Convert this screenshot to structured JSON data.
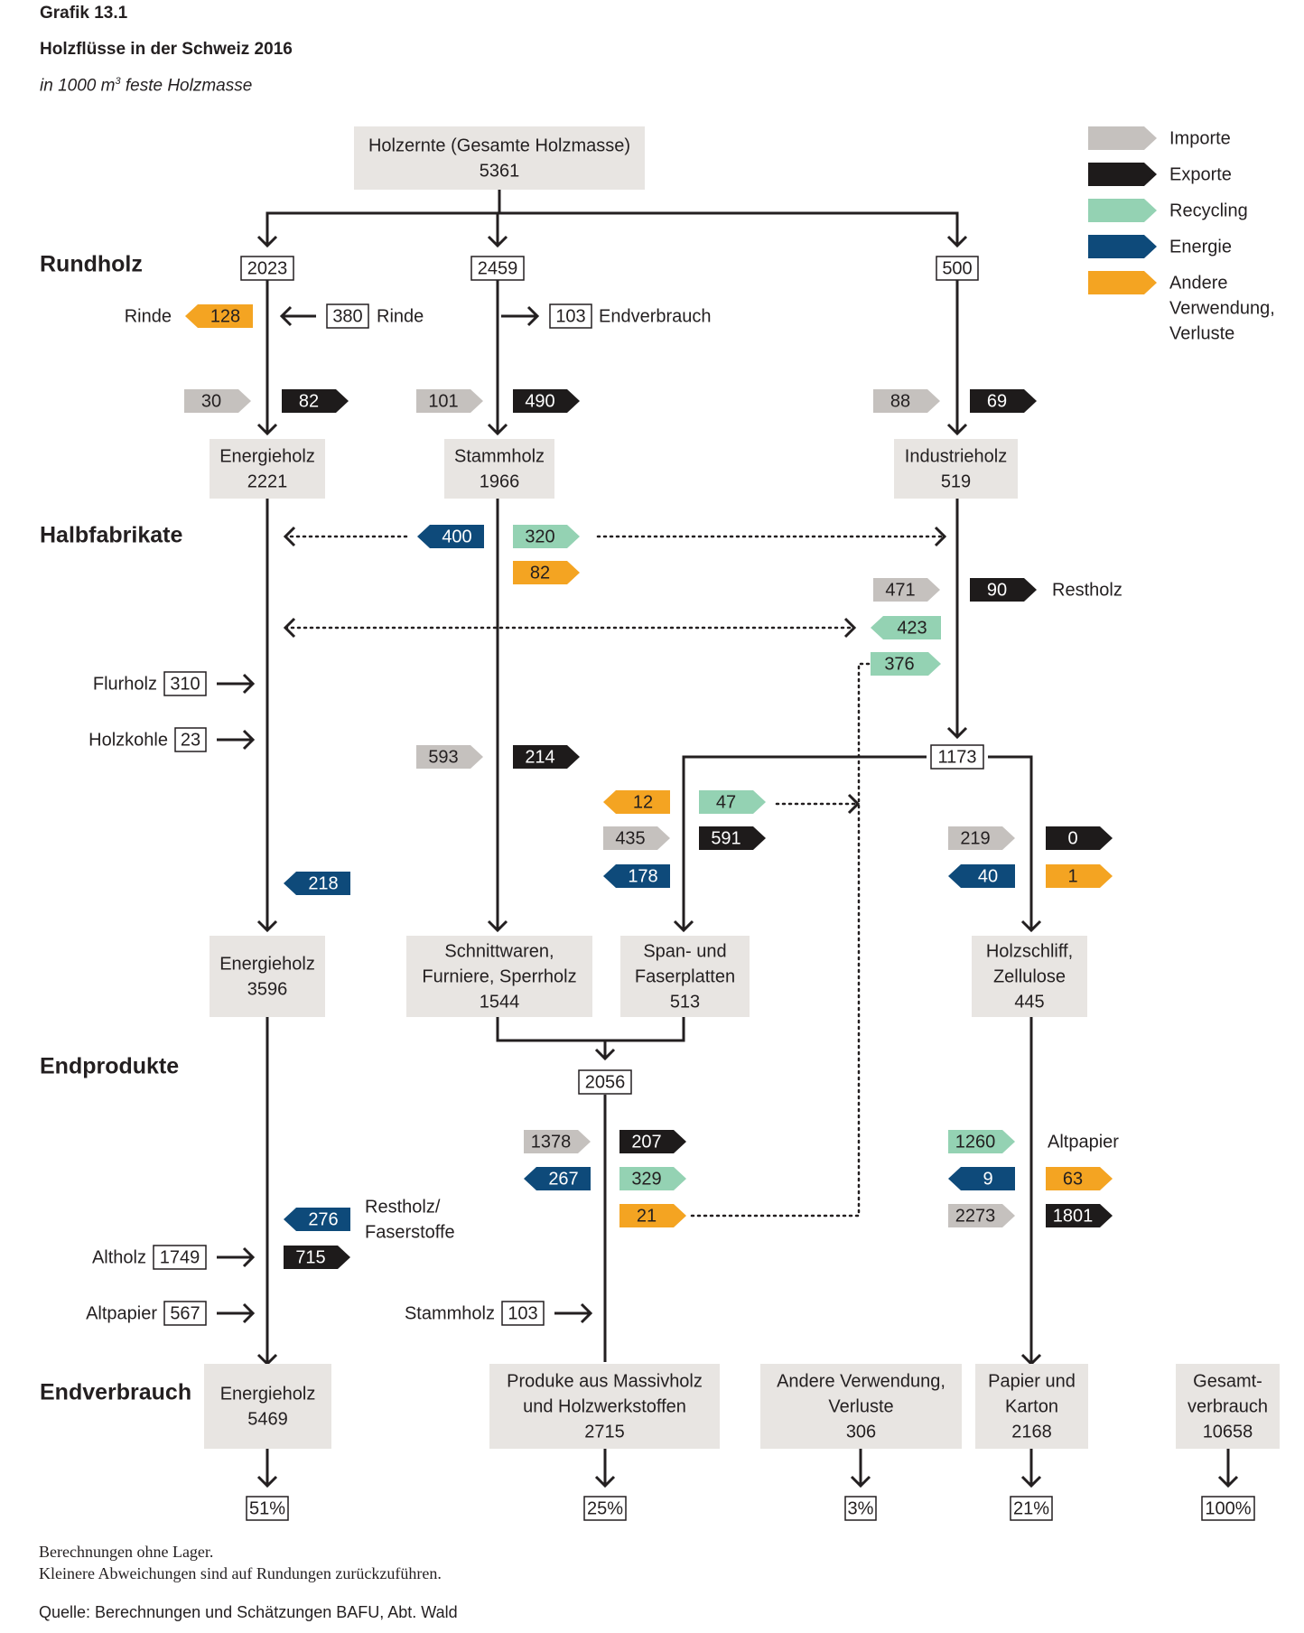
{
  "header": {
    "figure_label": "Grafik 13.1",
    "title": "Holzflüsse in der Schweiz 2016",
    "unit_prefix": "in 1000 m",
    "unit_sup": "3",
    "unit_suffix": " feste Holzmasse"
  },
  "legend": [
    {
      "key": "import",
      "label": "Importe"
    },
    {
      "key": "export",
      "label": "Exporte"
    },
    {
      "key": "recycling",
      "label": "Recycling"
    },
    {
      "key": "energy",
      "label": "Energie"
    },
    {
      "key": "other",
      "label": "Andere Verwendung, Verluste"
    }
  ],
  "colors": {
    "import": "#c5c1be",
    "export": "#1e1b1b",
    "recycling": "#94d2b3",
    "energy": "#0e4a7a",
    "other": "#f4a422",
    "box_fill": "#e8e5e2",
    "line": "#231f20"
  },
  "stages": [
    "Rundholz",
    "Halbfabrikate",
    "Endprodukte",
    "Endverbrauch"
  ],
  "boxes": [
    {
      "id": "harvest",
      "lines": [
        "Holzernte (Gesamte Holzmasse)",
        "5361"
      ]
    },
    {
      "id": "rh-energy",
      "lines": [
        "Energieholz",
        "2221"
      ]
    },
    {
      "id": "rh-log",
      "lines": [
        "Stammholz",
        "1966"
      ]
    },
    {
      "id": "rh-industry",
      "lines": [
        "Industrieholz",
        "519"
      ]
    },
    {
      "id": "hf-energy",
      "lines": [
        "Energieholz",
        "3596"
      ]
    },
    {
      "id": "hf-sawn",
      "lines": [
        "Schnittwaren,",
        "Furniere, Sperrholz",
        "1544"
      ]
    },
    {
      "id": "hf-panels",
      "lines": [
        "Span- und",
        "Faserplatten",
        "513"
      ]
    },
    {
      "id": "hf-pulp",
      "lines": [
        "Holzschliff,",
        "Zellulose",
        "445"
      ]
    },
    {
      "id": "ev-energy",
      "lines": [
        "Energieholz",
        "5469"
      ]
    },
    {
      "id": "ev-solid",
      "lines": [
        "Produke aus Massivholz",
        "und Holzwerkstoffen",
        "2715"
      ]
    },
    {
      "id": "ev-other",
      "lines": [
        "Andere Verwendung,",
        "Verluste",
        "306"
      ]
    },
    {
      "id": "ev-paper",
      "lines": [
        "Papier und",
        "Karton",
        "2168"
      ]
    },
    {
      "id": "ev-total",
      "lines": [
        "Gesamt-",
        "verbrauch",
        "10658"
      ]
    }
  ],
  "framed_values": [
    {
      "id": "rh-2023",
      "value": "2023"
    },
    {
      "id": "rh-2459",
      "value": "2459"
    },
    {
      "id": "rh-500",
      "value": "500"
    },
    {
      "id": "hf-1173",
      "value": "1173"
    },
    {
      "id": "ep-2056",
      "value": "2056"
    },
    {
      "id": "pct-energy",
      "value": "51%"
    },
    {
      "id": "pct-solid",
      "value": "25%"
    },
    {
      "id": "pct-other",
      "value": "3%"
    },
    {
      "id": "pct-paper",
      "value": "21%"
    },
    {
      "id": "pct-total",
      "value": "100%"
    }
  ],
  "flows": [
    {
      "id": "rinde-out",
      "type": "other",
      "value": "128",
      "dir": "left"
    },
    {
      "id": "imp-energy-rh",
      "type": "import",
      "value": "30",
      "dir": "right"
    },
    {
      "id": "exp-energy-rh",
      "type": "export",
      "value": "82",
      "dir": "right"
    },
    {
      "id": "imp-log",
      "type": "import",
      "value": "101",
      "dir": "right"
    },
    {
      "id": "exp-log",
      "type": "export",
      "value": "490",
      "dir": "right"
    },
    {
      "id": "imp-industry",
      "type": "import",
      "value": "88",
      "dir": "right"
    },
    {
      "id": "exp-industry",
      "type": "export",
      "value": "69",
      "dir": "right"
    },
    {
      "id": "saw-energy",
      "type": "energy",
      "value": "400",
      "dir": "left"
    },
    {
      "id": "saw-recycling",
      "type": "recycling",
      "value": "320",
      "dir": "right"
    },
    {
      "id": "saw-other",
      "type": "other",
      "value": "82",
      "dir": "right"
    },
    {
      "id": "imp-restholz",
      "type": "import",
      "value": "471",
      "dir": "right"
    },
    {
      "id": "exp-restholz",
      "type": "export",
      "value": "90",
      "dir": "right"
    },
    {
      "id": "rec-423",
      "type": "recycling",
      "value": "423",
      "dir": "left"
    },
    {
      "id": "rec-376",
      "type": "recycling",
      "value": "376",
      "dir": "right"
    },
    {
      "id": "imp-sawn",
      "type": "import",
      "value": "593",
      "dir": "right"
    },
    {
      "id": "exp-sawn",
      "type": "export",
      "value": "214",
      "dir": "right"
    },
    {
      "id": "panels-other",
      "type": "other",
      "value": "12",
      "dir": "left"
    },
    {
      "id": "panels-recycling",
      "type": "recycling",
      "value": "47",
      "dir": "right"
    },
    {
      "id": "imp-panels",
      "type": "import",
      "value": "435",
      "dir": "right"
    },
    {
      "id": "exp-panels",
      "type": "export",
      "value": "591",
      "dir": "right"
    },
    {
      "id": "panels-energy",
      "type": "energy",
      "value": "178",
      "dir": "left"
    },
    {
      "id": "imp-pulp",
      "type": "import",
      "value": "219",
      "dir": "right"
    },
    {
      "id": "exp-pulp",
      "type": "export",
      "value": "0",
      "dir": "right"
    },
    {
      "id": "pulp-energy",
      "type": "energy",
      "value": "40",
      "dir": "left"
    },
    {
      "id": "pulp-other",
      "type": "other",
      "value": "1",
      "dir": "right"
    },
    {
      "id": "hf-energy-in",
      "type": "energy",
      "value": "218",
      "dir": "left"
    },
    {
      "id": "imp-ep",
      "type": "import",
      "value": "1378",
      "dir": "right"
    },
    {
      "id": "exp-ep",
      "type": "export",
      "value": "207",
      "dir": "right"
    },
    {
      "id": "ep-energy",
      "type": "energy",
      "value": "267",
      "dir": "left"
    },
    {
      "id": "ep-recycling",
      "type": "recycling",
      "value": "329",
      "dir": "right"
    },
    {
      "id": "ep-other",
      "type": "other",
      "value": "21",
      "dir": "right"
    },
    {
      "id": "altpapier-rec",
      "type": "recycling",
      "value": "1260",
      "dir": "right"
    },
    {
      "id": "paper-energy",
      "type": "energy",
      "value": "9",
      "dir": "left"
    },
    {
      "id": "paper-other",
      "type": "other",
      "value": "63",
      "dir": "right"
    },
    {
      "id": "imp-paper",
      "type": "import",
      "value": "2273",
      "dir": "right"
    },
    {
      "id": "exp-paper",
      "type": "export",
      "value": "1801",
      "dir": "right"
    },
    {
      "id": "restholz-energy",
      "type": "energy",
      "value": "276",
      "dir": "left"
    },
    {
      "id": "altholz-export",
      "type": "export",
      "value": "715",
      "dir": "right"
    }
  ],
  "inputs": [
    {
      "id": "rinde-in",
      "label": "Rinde",
      "value": "380"
    },
    {
      "id": "endverbrauch-103",
      "label": "Endverbrauch",
      "value": "103"
    },
    {
      "id": "flurholz",
      "label": "Flurholz",
      "value": "310"
    },
    {
      "id": "holzkohle",
      "label": "Holzkohle",
      "value": "23"
    },
    {
      "id": "altholz",
      "label": "Altholz",
      "value": "1749"
    },
    {
      "id": "altpapier-in",
      "label": "Altpapier",
      "value": "567"
    },
    {
      "id": "stammholz-in",
      "label": "Stammholz",
      "value": "103"
    }
  ],
  "labels": [
    {
      "id": "rinde-out-label",
      "text": "Rinde"
    },
    {
      "id": "restholz-label",
      "text": "Restholz"
    },
    {
      "id": "altpapier-label",
      "text": "Altpapier"
    },
    {
      "id": "restholz-faser-1",
      "text": "Restholz/"
    },
    {
      "id": "restholz-faser-2",
      "text": "Faserstoffe"
    }
  ],
  "footer": {
    "note_1": "Berechnungen ohne Lager.",
    "note_2": "Kleinere Abweichungen sind auf Rundungen zurückzuführen.",
    "source": "Quelle: Berechnungen und Schätzungen BAFU, Abt. Wald"
  }
}
